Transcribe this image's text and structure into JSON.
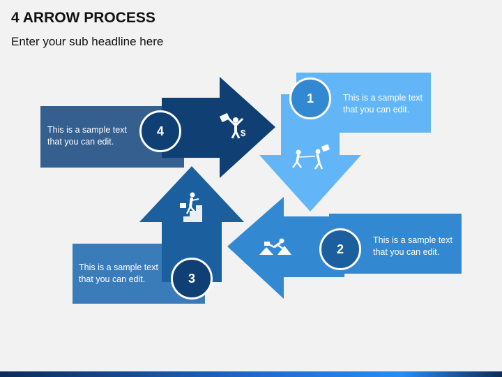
{
  "header": {
    "title": "4 ARROW PROCESS",
    "subtitle": "Enter your sub headline here"
  },
  "steps": [
    {
      "number": "1",
      "line1": "This is a sample text",
      "line2": "that you can edit.",
      "color": "#62b6f7",
      "icon": "tug-of-war-icon"
    },
    {
      "number": "2",
      "line1": "This is a sample text",
      "line2": "that you can edit.",
      "color": "#3389d1",
      "icon": "hurdle-jump-icon"
    },
    {
      "number": "3",
      "line1": "This is a sample text",
      "line2": "that you can edit.",
      "color": "#1b5f9e",
      "icon": "climbing-stairs-icon"
    },
    {
      "number": "4",
      "line1": "This is a sample text",
      "line2": "that you can edit.",
      "color": "#0f3f73",
      "icon": "celebrating-money-icon"
    }
  ]
}
